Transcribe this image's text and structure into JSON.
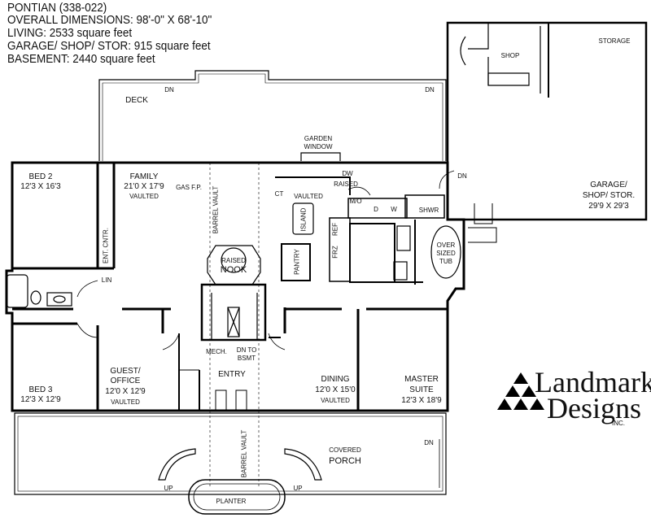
{
  "header": {
    "line1": "PONTIAN (338-022)",
    "line2": "OVERALL DIMENSIONS: 98'-0\" X 68'-10\"",
    "line3": "LIVING: 2533 square feet",
    "line4": "GARAGE/ SHOP/ STOR: 915 square feet",
    "line5": "BASEMENT: 2440 square feet"
  },
  "rooms": {
    "storage": "STORAGE",
    "shop": "SHOP",
    "deck": "DECK",
    "dn_deck_left": "DN",
    "dn_deck_right": "DN",
    "garden_window_1": "GARDEN",
    "garden_window_2": "WINDOW",
    "bed2_name": "BED 2",
    "bed2_size": "12'3 X 16'3",
    "family_name": "FAMILY",
    "family_size": "21'0 X 17'9",
    "family_note": "VAULTED",
    "gas_fp": "GAS F.P.",
    "barrel_vault_upper": "BARREL VAULT",
    "ct": "CT",
    "vaulted_kitchen": "VAULTED",
    "dw": "DW",
    "raised": "RAISED",
    "mo": "M/O",
    "d": "D",
    "w": "W",
    "shwr": "SHWR",
    "dn_garage": "DN",
    "garage_1": "GARAGE/",
    "garage_2": "SHOP/ STOR.",
    "garage_size": "29'9 X 29'3",
    "ent_cntr": "ENT. CNTR.",
    "lin": "LIN",
    "island": "ISLAND",
    "pantry": "PANTRY",
    "frz": "FRZ",
    "ref": "REF",
    "raised_nook_1": "RAISED",
    "raised_nook_2": "NOOK",
    "over_sized_1": "OVER",
    "over_sized_2": "SIZED",
    "over_sized_3": "TUB",
    "mech": "MECH.",
    "dn_to_bsmt_1": "DN TO",
    "dn_to_bsmt_2": "BSMT",
    "entry": "ENTRY",
    "bed3_name": "BED 3",
    "bed3_size": "12'3 X 12'9",
    "guest_1": "GUEST/",
    "guest_2": "OFFICE",
    "guest_size": "12'0 X 12'9",
    "guest_note": "VAULTED",
    "dining_name": "DINING",
    "dining_size": "12'0 X 15'0",
    "dining_note": "VAULTED",
    "master_1": "MASTER",
    "master_2": "SUITE",
    "master_size": "12'3 X 18'9",
    "barrel_vault_lower": "BARREL VAULT",
    "covered": "COVERED",
    "porch": "PORCH",
    "dn_porch": "DN",
    "up_left": "UP",
    "up_right": "UP",
    "planter": "PLANTER"
  },
  "logo": {
    "word1": "Landmark",
    "word2": "Designs",
    "inc": "INC."
  }
}
